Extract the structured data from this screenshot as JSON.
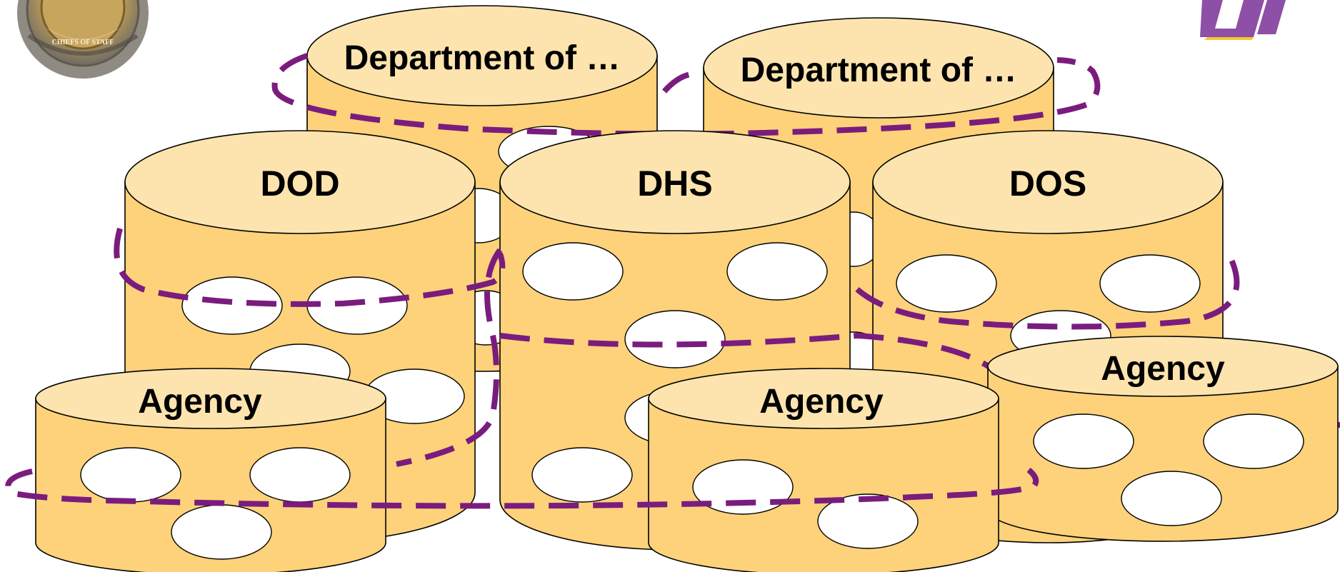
{
  "colors": {
    "cylinder_body": "#fdd27a",
    "cylinder_top": "#fde4ae",
    "hole": "#ffffff",
    "dashed_band": "#7a1c7e",
    "logo_purple": "#8e4fa7",
    "logo_gold": "#f2c21a"
  },
  "seal": {
    "text": "CHIEFS OF STAFF"
  },
  "diagram": {
    "back_left_label": "Department of …",
    "back_right_label": "Department of …",
    "dod_label": "DOD",
    "dhs_label": "DHS",
    "dos_label": "DOS",
    "agency_left_label": "Agency",
    "agency_center_label": "Agency",
    "agency_right_label": "Agency"
  }
}
